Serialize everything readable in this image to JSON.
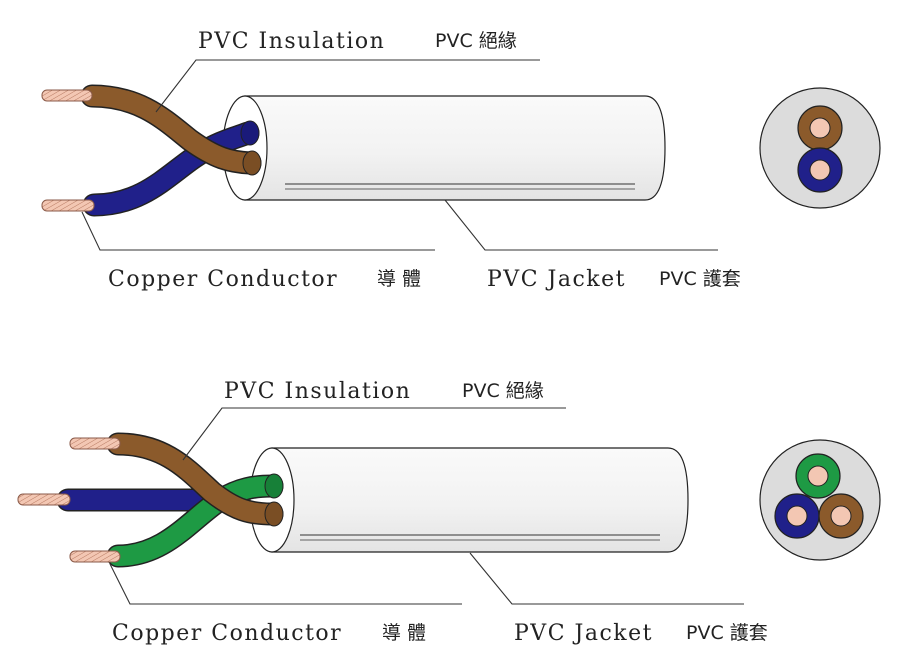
{
  "colors": {
    "brown": "#8b5a2b",
    "blue": "#20208a",
    "green": "#1e9a44",
    "jacket": "#f4f4f4",
    "copper": "#f3c7b3",
    "cross_section_bg": "#dcdcdc"
  },
  "diagrams": [
    {
      "cores": 2,
      "labels": {
        "insulation_en": "PVC Insulation",
        "insulation_cjk": "PVC 絕緣",
        "conductor_en": "Copper Conductor",
        "conductor_cjk": "導 體",
        "jacket_en": "PVC Jacket",
        "jacket_cjk": "PVC 護套"
      }
    },
    {
      "cores": 3,
      "labels": {
        "insulation_en": "PVC Insulation",
        "insulation_cjk": "PVC 絕緣",
        "conductor_en": "Copper Conductor",
        "conductor_cjk": "導 體",
        "jacket_en": "PVC Jacket",
        "jacket_cjk": "PVC 護套"
      }
    }
  ]
}
